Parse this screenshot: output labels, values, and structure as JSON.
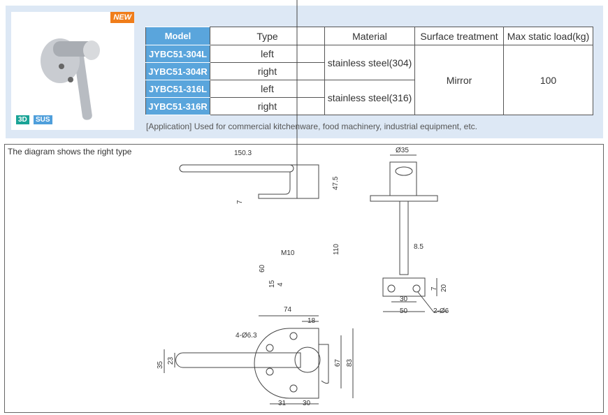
{
  "product": {
    "new_badge": "NEW",
    "badge_3d": "3D",
    "badge_sus": "SUS",
    "colors": {
      "badge_3d": "#1aa396",
      "badge_sus": "#4f9fdb",
      "new": "#f07d1a",
      "header": "#5aa5dc"
    }
  },
  "table": {
    "headers": [
      "Model",
      "Type",
      "Material",
      "Surface treatment",
      "Max  static load(kg)"
    ],
    "rows": [
      {
        "model": "JYBC51-304L",
        "type": "left"
      },
      {
        "model": "JYBC51-304R",
        "type": "right"
      },
      {
        "model": "JYBC51-316L",
        "type": "left"
      },
      {
        "model": "JYBC51-316R",
        "type": "right"
      }
    ],
    "materials": [
      "stainless steel(304)",
      "stainless steel(316)"
    ],
    "surface": "Mirror",
    "load": "100"
  },
  "application": "[Application] Used for commercial kitchenware, food machinery, industrial equipment, etc.",
  "diagram": {
    "caption": "The diagram shows the right type",
    "dims": {
      "d150": "150.3",
      "d47": "47.5",
      "d7a": "7",
      "d110": "110",
      "m10": "M10",
      "d60": "60",
      "d15": "15",
      "d4": "4",
      "d35dia": "Ø35",
      "d8": "8.5",
      "d20": "20",
      "d7b": "7",
      "d30a": "30",
      "d50": "50",
      "holes2": "2-Ø6",
      "d74": "74",
      "d18": "18",
      "holes4": "4-Ø6.3",
      "d35": "35",
      "d23": "23",
      "d67": "67",
      "d83": "83",
      "d31": "31",
      "d30b": "30"
    }
  }
}
